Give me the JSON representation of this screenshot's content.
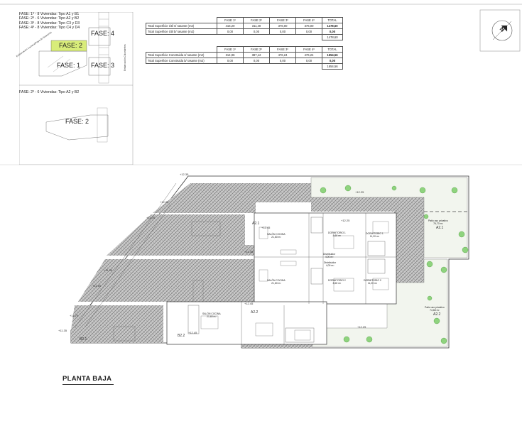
{
  "legend": {
    "lines": [
      "FASE: 1º - 8 Viviendas: Tipo A1 y B1",
      "FASE: 2º - 6 Viviendas: Tipo A2 y B2",
      "FASE: 3º - 8 Viviendas: Tipo C3 y D3",
      "FASE: 4º - 8 Viviendas: Tipo C4 y D4"
    ],
    "second_line": "FASE: 2º - 6 Viviendas: Tipo A2 y B2",
    "phase_labels": [
      "FASE: 4",
      "FASE: 2",
      "FASE: 1",
      "FASE: 3"
    ],
    "phase2_label": "FASE: 2",
    "road_left": "Embarcación Cochera/Playa de Sotavento",
    "road_right": "Embarcación Columbretes"
  },
  "table1": {
    "headers": [
      "FASE 1º",
      "FASE 2º",
      "FASE 3º",
      "FASE 4º",
      "TOTAL"
    ],
    "rows": [
      {
        "label": "Total Superficie Útil s/ rasante (m2)",
        "values": [
          "415,20",
          "311,40",
          "376,00",
          "376,00",
          "1478,60"
        ]
      },
      {
        "label": "Total Superficie Útil b/ rasante (m2)",
        "values": [
          "0,00",
          "0,00",
          "0,00",
          "0,00",
          "0,00"
        ]
      }
    ],
    "total": "1478,60"
  },
  "table2": {
    "headers": [
      "FASE 1º",
      "FASE 2º",
      "FASE 3º",
      "FASE 4º",
      "TOTAL"
    ],
    "rows": [
      {
        "label": "Total Superficie Construida s/ rasante (m2)",
        "values": [
          "314,96",
          "387,12",
          "476,24",
          "476,24",
          "1654,56"
        ]
      },
      {
        "label": "Total Superficie Construida b/ rasante (m2)",
        "values": [
          "0,00",
          "0,00",
          "0,00",
          "0,00",
          "0,00"
        ]
      }
    ],
    "total": "1654,56"
  },
  "compass": {
    "label": "N"
  },
  "levels": [
    "+12.35",
    "+12.25",
    "+12.15",
    "+11.95",
    "+11.90",
    "+11.70",
    "+11.35",
    "+12.45",
    "+12.45",
    "+12.45",
    "+12.45",
    "+12.25",
    "+12.25",
    "+12.25"
  ],
  "units": [
    "A2.1",
    "A2.1",
    "A2.2",
    "A2.2",
    "B2.1",
    "B2.2"
  ],
  "rooms": [
    {
      "name": "SALÓN COCINA",
      "area": "21,60 m²"
    },
    {
      "name": "SALÓN COCINA",
      "area": "21,60 m²"
    },
    {
      "name": "SALÓN COCINA",
      "area": "21,60 m²"
    },
    {
      "name": "DORMITORIO 1",
      "area": "8,60 m²"
    },
    {
      "name": "DORMITORIO 1",
      "area": "11,20 m²"
    },
    {
      "name": "DORMITORIO 2",
      "area": "8,60 m²"
    },
    {
      "name": "DORMITORIO 2",
      "area": "11,20 m²"
    },
    {
      "name": "Distribuidor",
      "area": "4,00 m²"
    },
    {
      "name": "Distribuidor",
      "area": "4,00 m²"
    },
    {
      "name": "Patio uso privativo",
      "area": "76,70 m²"
    },
    {
      "name": "Patio uso privativo",
      "area": "74,68 m²"
    }
  ],
  "title": "PLANTA BAJA",
  "colors": {
    "hatch": "#9a9a9a",
    "phase_highlight": "#d8ec7a",
    "garden": "#eef3e8",
    "tree": "#6cc25a"
  }
}
